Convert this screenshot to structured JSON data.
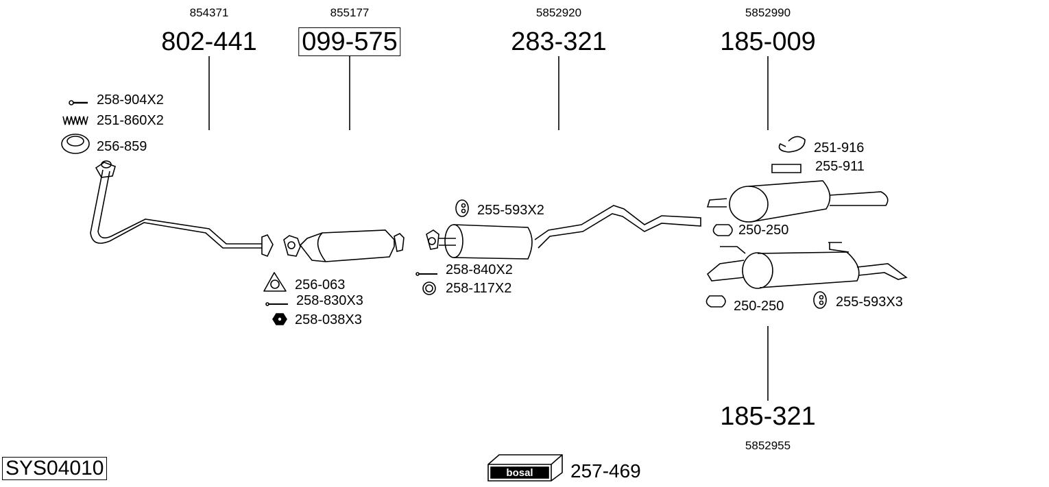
{
  "main_parts": [
    {
      "oe": "854371",
      "part": "802-441",
      "boxed": false
    },
    {
      "oe": "855177",
      "part": "099-575",
      "boxed": true
    },
    {
      "oe": "5852920",
      "part": "283-321",
      "boxed": false
    },
    {
      "oe": "5852990",
      "part": "185-009",
      "boxed": false
    },
    {
      "oe": "5852955",
      "part": "185-321",
      "boxed": false
    }
  ],
  "accessories": [
    "258-904X2",
    "251-860X2",
    "256-859",
    "256-063",
    "258-830X3",
    "258-038X3",
    "255-593X2",
    "258-840X2",
    "258-117X2",
    "251-916",
    "255-911",
    "250-250",
    "250-250",
    "255-593X3"
  ],
  "system_id": "SYS04010",
  "logo_text": "bosal",
  "kit": "257-469"
}
